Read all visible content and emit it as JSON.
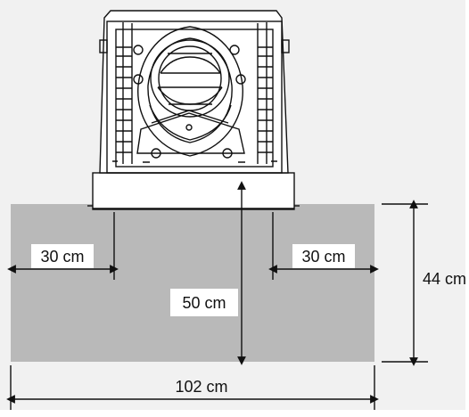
{
  "dimensions": {
    "left_clearance": "30 cm",
    "right_clearance": "30 cm",
    "center_height": "50 cm",
    "side_height": "44 cm",
    "bottom_width": "102 cm"
  },
  "colors": {
    "background": "#f1f1f1",
    "base": "#b9b9b9",
    "line": "#111111"
  },
  "icons": {
    "unit": "machine-drawing-icon",
    "arrow": "double-arrow-icon"
  }
}
